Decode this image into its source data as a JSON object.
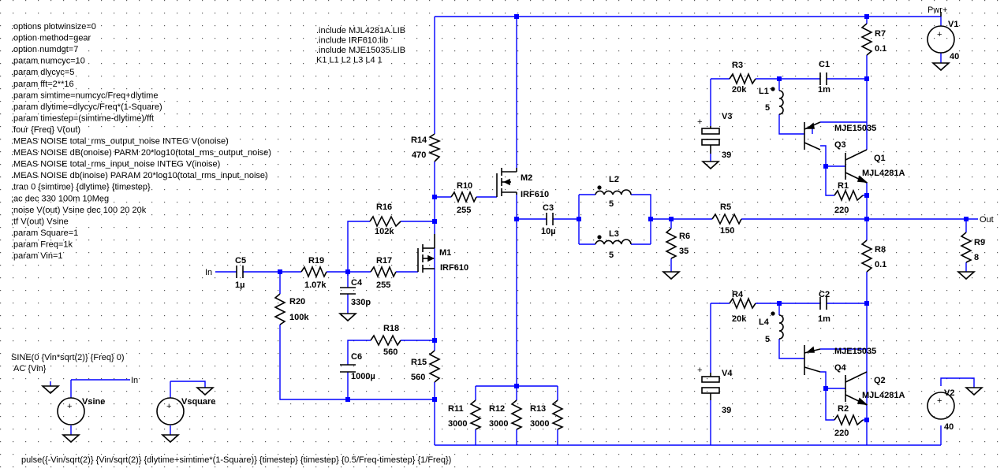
{
  "colors": {
    "wire": "#0000ff",
    "component": "#000000",
    "background": "#ffffff",
    "grid": "#555555"
  },
  "directives_left": [
    ".options plotwinsize=0",
    ".option method=gear",
    ".option numdgt=7",
    ".param numcyc=10",
    ".param dlycyc=5",
    ".param fft=2**16",
    ".param simtime=numcyc/Freq+dlytime",
    ".param dlytime=dlycyc/Freq*(1-Square)",
    ".param timestep=(simtime-dlytime)/fft",
    ".four {Freq} V(out)",
    ".MEAS NOISE total_rms_output_noise INTEG V(onoise)",
    ".MEAS NOISE dB(onoise) PARM 20*log10(total_rms_output_noise)",
    ".MEAS NOISE total_rms_input_noise INTEG V(inoise)",
    ".MEAS NOISE db(inoise) PARAM 20*log10(total_rms_input_noise)",
    ".tran 0 {simtime} {dlytime} {timestep}",
    ";ac dec 330 100m 10Meg",
    ";noise V(out) Vsine dec 100 20 20k",
    ";tf V(out) Vsine",
    ".param Square=1",
    ".param Freq=1k",
    ".param Vin=1"
  ],
  "directives_include": [
    ".include MJL4281A.LIB",
    ".include IRF610.lib",
    ".include MJE15035.LIB",
    " K1 L1 L2 L3 L4 1"
  ],
  "sources": {
    "vsine_spec_1": "SINE(0 {Vin*sqrt(2)} {Freq} 0)",
    "vsine_spec_2": "AC {Vin}",
    "vsquare_spec": "pulse({-Vin/sqrt(2)} {Vin/sqrt(2)} {dlytime+simtime*(1-Square)} {timestep} {timestep} {0.5/Freq-timestep} {1/Freq})"
  },
  "net_labels": {
    "in_main": "In",
    "in_src": "In",
    "out": "Out",
    "pwr": "Pwr+"
  },
  "components": [
    {
      "id": "r3",
      "name": "R3",
      "value": "20k"
    },
    {
      "id": "r4",
      "name": "R4",
      "value": "20k"
    },
    {
      "id": "r5",
      "name": "R5",
      "value": "150"
    },
    {
      "id": "r6",
      "name": "R6",
      "value": "35"
    },
    {
      "id": "r7",
      "name": "R7",
      "value": "0.1"
    },
    {
      "id": "r8",
      "name": "R8",
      "value": "0.1"
    },
    {
      "id": "r9",
      "name": "R9",
      "value": "8"
    },
    {
      "id": "r10",
      "name": "R10",
      "value": "255"
    },
    {
      "id": "r11",
      "name": "R11",
      "value": "3000"
    },
    {
      "id": "r12",
      "name": "R12",
      "value": "3000"
    },
    {
      "id": "r13",
      "name": "R13",
      "value": "3000"
    },
    {
      "id": "r14",
      "name": "R14",
      "value": "470"
    },
    {
      "id": "r15",
      "name": "R15",
      "value": "560"
    },
    {
      "id": "r16",
      "name": "R16",
      "value": "102k"
    },
    {
      "id": "r17",
      "name": "R17",
      "value": "255"
    },
    {
      "id": "r18",
      "name": "R18",
      "value": "560"
    },
    {
      "id": "r19",
      "name": "R19",
      "value": "1.07k"
    },
    {
      "id": "r20",
      "name": "R20",
      "value": "100k"
    },
    {
      "id": "r1",
      "name": "R1",
      "value": "220"
    },
    {
      "id": "r2",
      "name": "R2",
      "value": "220"
    },
    {
      "id": "c1",
      "name": "C1",
      "value": "1m"
    },
    {
      "id": "c2",
      "name": "C2",
      "value": "1m"
    },
    {
      "id": "c3",
      "name": "C3",
      "value": "10µ"
    },
    {
      "id": "c4",
      "name": "C4",
      "value": "330p"
    },
    {
      "id": "c5",
      "name": "C5",
      "value": "1µ"
    },
    {
      "id": "c6",
      "name": "C6",
      "value": "1000µ"
    },
    {
      "id": "l1",
      "name": "L1",
      "value": "5"
    },
    {
      "id": "l2",
      "name": "L2",
      "value": "5"
    },
    {
      "id": "l3",
      "name": "L3",
      "value": "5"
    },
    {
      "id": "l4",
      "name": "L4",
      "value": "5"
    },
    {
      "id": "v1",
      "name": "V1",
      "value": "40"
    },
    {
      "id": "v2",
      "name": "V2",
      "value": "40"
    },
    {
      "id": "v3",
      "name": "V3",
      "value": "39"
    },
    {
      "id": "v4",
      "name": "V4",
      "value": "39"
    },
    {
      "id": "m1",
      "name": "M1",
      "value": "IRF610"
    },
    {
      "id": "m2",
      "name": "M2",
      "value": "IRF610"
    },
    {
      "id": "q1",
      "name": "Q1",
      "value": "MJL4281A"
    },
    {
      "id": "q2",
      "name": "Q2",
      "value": "MJL4281A"
    },
    {
      "id": "q3",
      "name": "Q3",
      "value": "MJE15035"
    },
    {
      "id": "q4",
      "name": "Q4",
      "value": "MJE15035"
    },
    {
      "id": "vsine",
      "name": "Vsine",
      "value": ""
    },
    {
      "id": "vsquare",
      "name": "Vsquare",
      "value": ""
    }
  ]
}
